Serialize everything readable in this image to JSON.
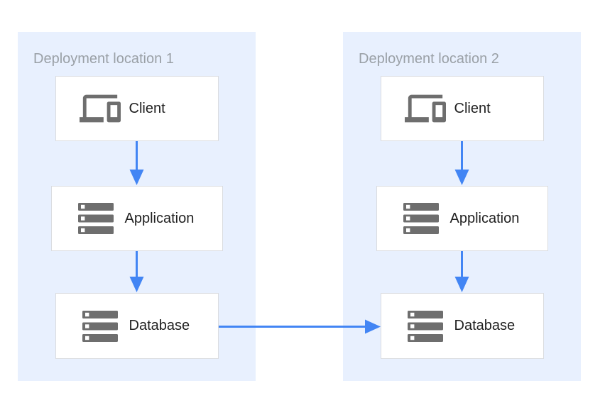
{
  "colors": {
    "canvas-bg": "#ffffff",
    "zone-bg": "#e8f0fe",
    "zone-title": "#9aa0a6",
    "node-bg": "#ffffff",
    "node-border": "#dadce0",
    "node-label": "#212121",
    "icon-gray": "#6e6e6e",
    "arrow-blue": "#4285f4"
  },
  "zones": [
    {
      "title": "Deployment location 1",
      "nodes": [
        {
          "id": "client-1",
          "label": "Client",
          "icon": "devices-icon"
        },
        {
          "id": "application-1",
          "label": "Application",
          "icon": "server-stack-icon"
        },
        {
          "id": "database-1",
          "label": "Database",
          "icon": "server-stack-icon"
        }
      ]
    },
    {
      "title": "Deployment location 2",
      "nodes": [
        {
          "id": "client-2",
          "label": "Client",
          "icon": "devices-icon"
        },
        {
          "id": "application-2",
          "label": "Application",
          "icon": "server-stack-icon"
        },
        {
          "id": "database-2",
          "label": "Database",
          "icon": "server-stack-icon"
        }
      ]
    }
  ],
  "connections": [
    {
      "from": "client-1",
      "to": "application-1",
      "direction": "down"
    },
    {
      "from": "application-1",
      "to": "database-1",
      "direction": "down"
    },
    {
      "from": "client-2",
      "to": "application-2",
      "direction": "down"
    },
    {
      "from": "application-2",
      "to": "database-2",
      "direction": "down"
    },
    {
      "from": "database-1",
      "to": "database-2",
      "direction": "right"
    }
  ]
}
